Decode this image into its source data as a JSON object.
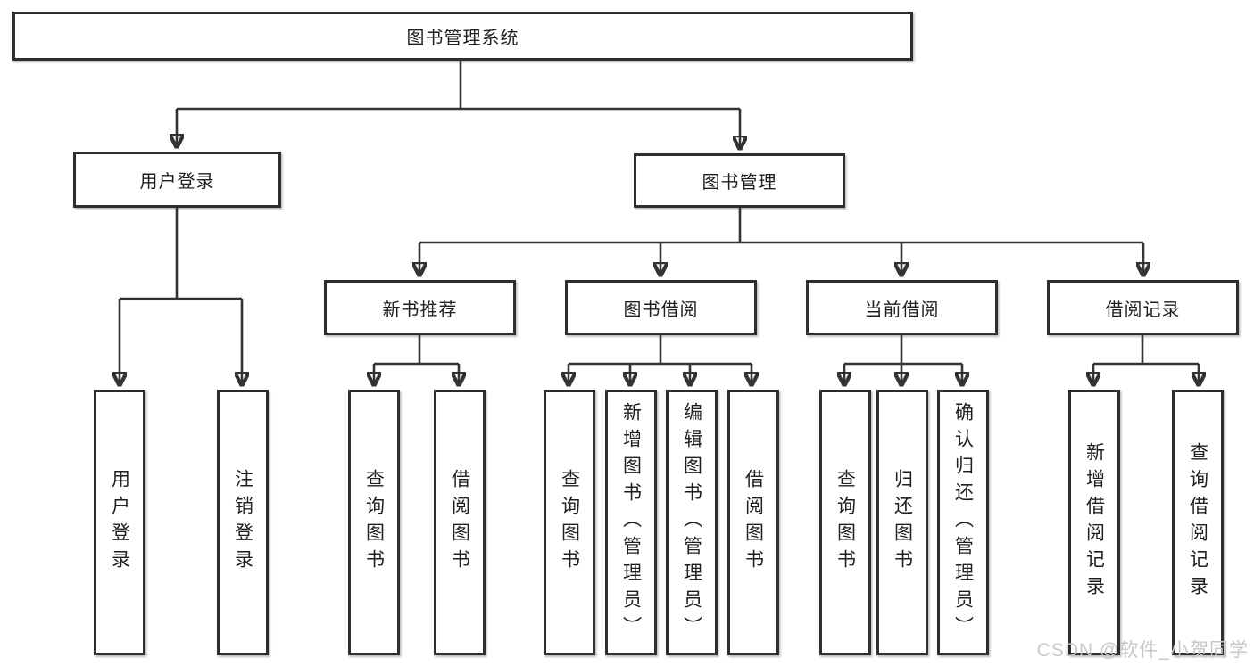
{
  "diagram": {
    "root": {
      "label": "图书管理系统"
    },
    "level2": [
      {
        "label": "用户登录"
      },
      {
        "label": "图书管理"
      }
    ],
    "level3": [
      {
        "label": "新书推荐"
      },
      {
        "label": "图书借阅"
      },
      {
        "label": "当前借阅"
      },
      {
        "label": "借阅记录"
      }
    ],
    "leaves": {
      "login": [
        {
          "label": "用户登录"
        },
        {
          "label": "注销登录"
        }
      ],
      "recommend": [
        {
          "label": "查询图书"
        },
        {
          "label": "借阅图书"
        }
      ],
      "borrow": [
        {
          "label": "查询图书"
        },
        {
          "label": "新增图书（管理员）"
        },
        {
          "label": "编辑图书（管理员）"
        },
        {
          "label": "借阅图书"
        }
      ],
      "current": [
        {
          "label": "查询图书"
        },
        {
          "label": "归还图书"
        },
        {
          "label": "确认归还（管理员）"
        }
      ],
      "records": [
        {
          "label": "新增借阅记录"
        },
        {
          "label": "查询借阅记录"
        }
      ]
    },
    "watermark": "CSDN @软件_小贺同学",
    "colors": {
      "background": "#ffffff",
      "border": "#2e2e2e",
      "line": "#333333",
      "text": "#1f1f1f",
      "watermark": "#c8c8c8"
    }
  }
}
